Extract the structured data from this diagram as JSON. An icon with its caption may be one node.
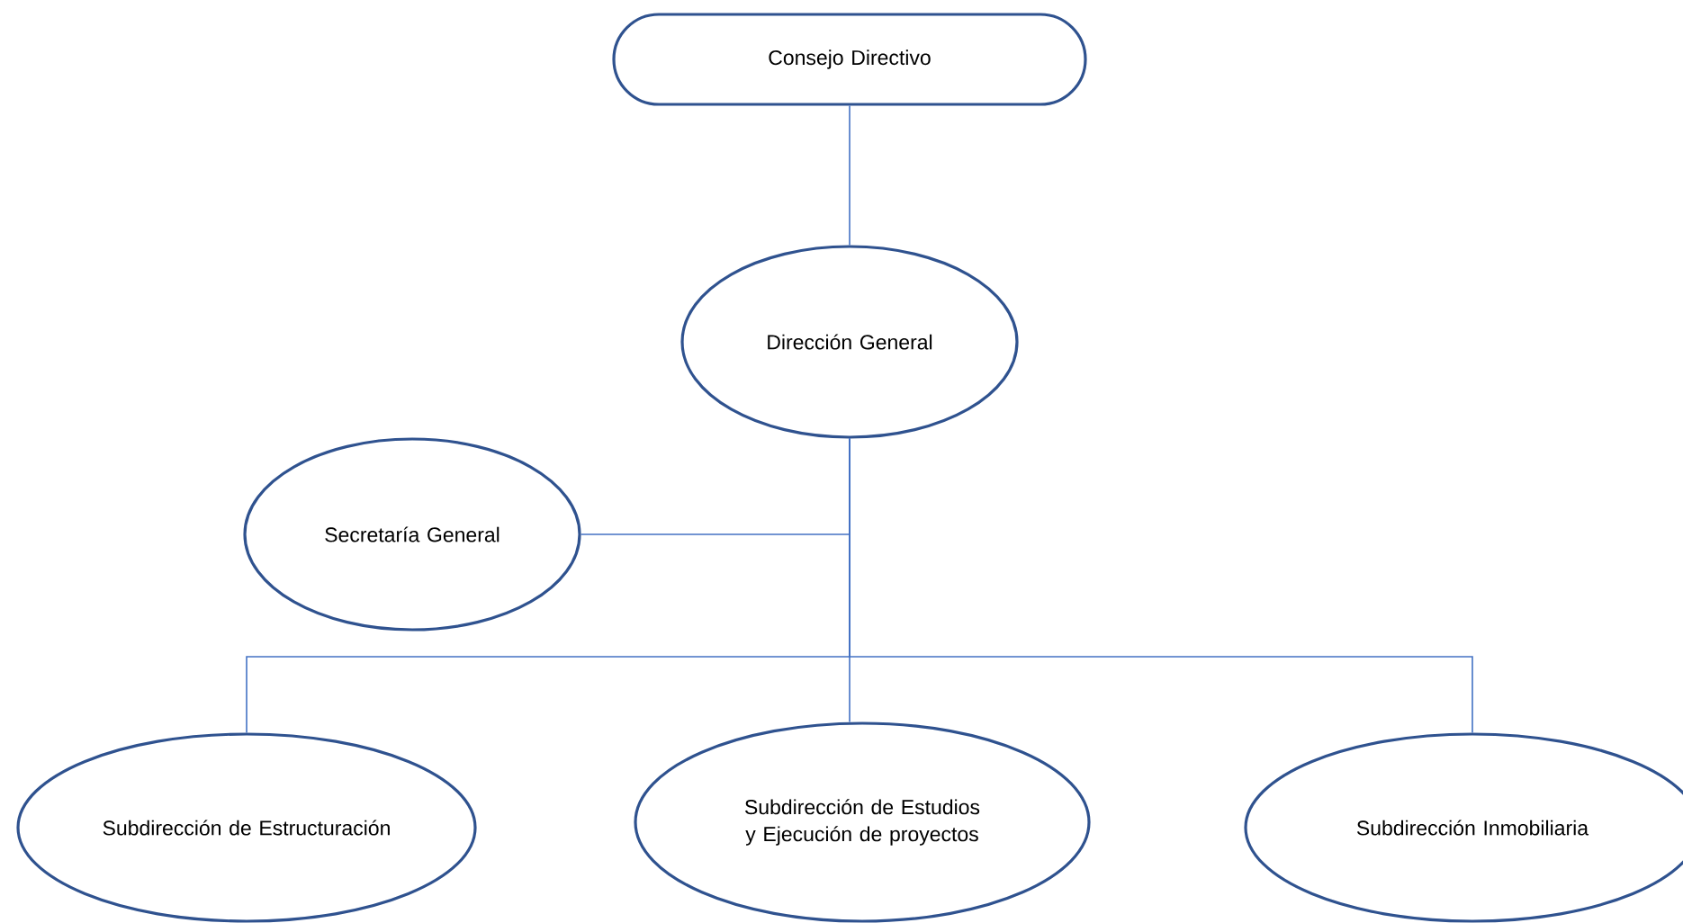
{
  "diagram": {
    "nodes": [
      {
        "text": [
          "Consejo Directivo"
        ]
      },
      {
        "text": [
          "Dirección General"
        ]
      },
      {
        "text": [
          "Secretaría General"
        ]
      },
      {
        "text": [
          "Subdirección de Estructuración"
        ]
      },
      {
        "text": [
          "Subdirección de Estudios y Ejecución de proyectos"
        ]
      },
      {
        "text": [
          "Subdirección Inmobiliaria"
        ]
      }
    ],
    "edges": [
      {
        "from": 0,
        "to": 1,
        "arrow": "none"
      },
      {
        "from": 1,
        "to": 2,
        "arrow": "none"
      },
      {
        "from": 1,
        "to": 3,
        "arrow": "none"
      },
      {
        "from": 1,
        "to": 4,
        "arrow": "none"
      },
      {
        "from": 1,
        "to": 5,
        "arrow": "none"
      }
    ]
  }
}
